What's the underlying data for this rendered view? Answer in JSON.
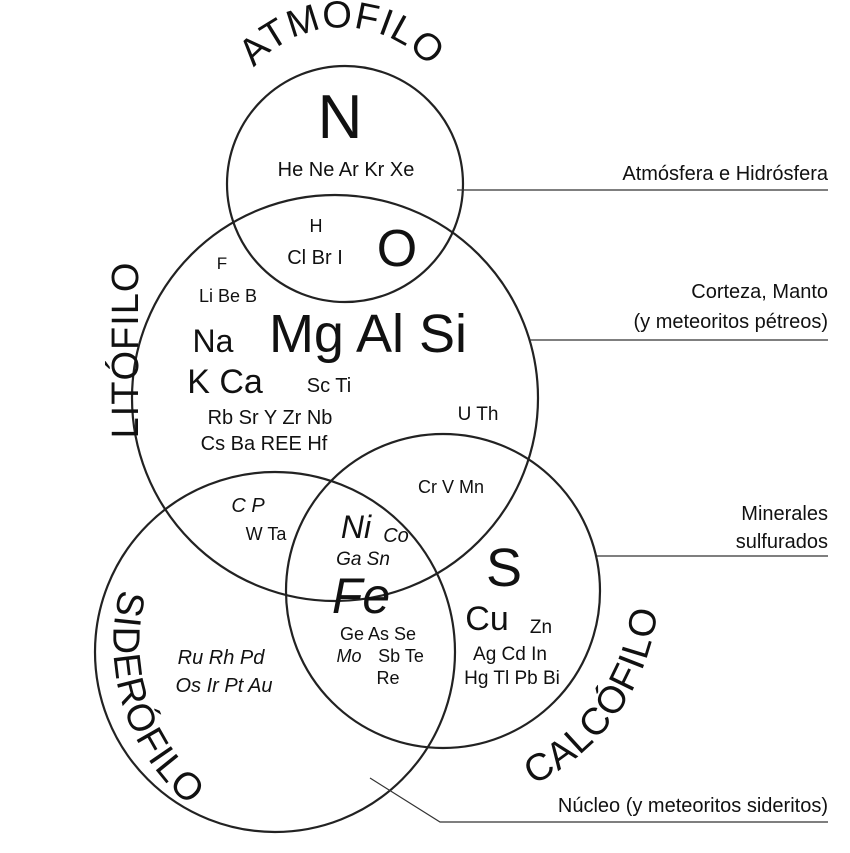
{
  "classes": {
    "atmofilo": "ATMÓFILO",
    "litofilo": "LITÓFILO",
    "siderofilo": "SIDERÓFILO",
    "calcofilo": "CALCÓFILO"
  },
  "reservoirs": {
    "atmosfera": "Atmósfera e Hidrósfera",
    "corteza_1": "Corteza,  Manto",
    "corteza_2": "(y meteoritos pétreos)",
    "minerales_1": "Minerales",
    "minerales_2": "sulfurados",
    "nucleo": "Núcleo (y meteoritos sideritos)"
  },
  "elements": {
    "atmophile_major": "N",
    "noble_gases": "He Ne Ar Kr Xe",
    "atm_lith_small": "H",
    "halogens": "Cl Br I",
    "atm_lith_major": "O",
    "lith_f": "F",
    "lith_light": "Li Be B",
    "lith_na": "Na",
    "lith_major": "Mg Al Si",
    "lith_kca": "K Ca",
    "lith_scti": "Sc Ti",
    "lith_row1": "Rb Sr Y Zr Nb",
    "lith_row2": "Cs Ba REE Hf",
    "lith_uth": "U Th",
    "lith_sid_cp": "C P",
    "lith_sid_wta": "W Ta",
    "lith_chalc": "Cr  V  Mn",
    "triple_ni": "Ni",
    "triple_co": "Co",
    "triple_gasn": "Ga Sn",
    "triple_fe": "Fe",
    "sid_chalc_1": "Ge As Se",
    "sid_chalc_mo": "Mo",
    "sid_chalc_sbte": "Sb Te",
    "sid_chalc_re": "Re",
    "chalc_major": "S",
    "chalc_cu": "Cu",
    "chalc_zn": "Zn",
    "chalc_row1": "Ag Cd In",
    "chalc_row2": "Hg Tl Pb Bi",
    "sid_pgm_1": "Ru Rh Pd",
    "sid_pgm_2": "Os Ir Pt Au"
  }
}
